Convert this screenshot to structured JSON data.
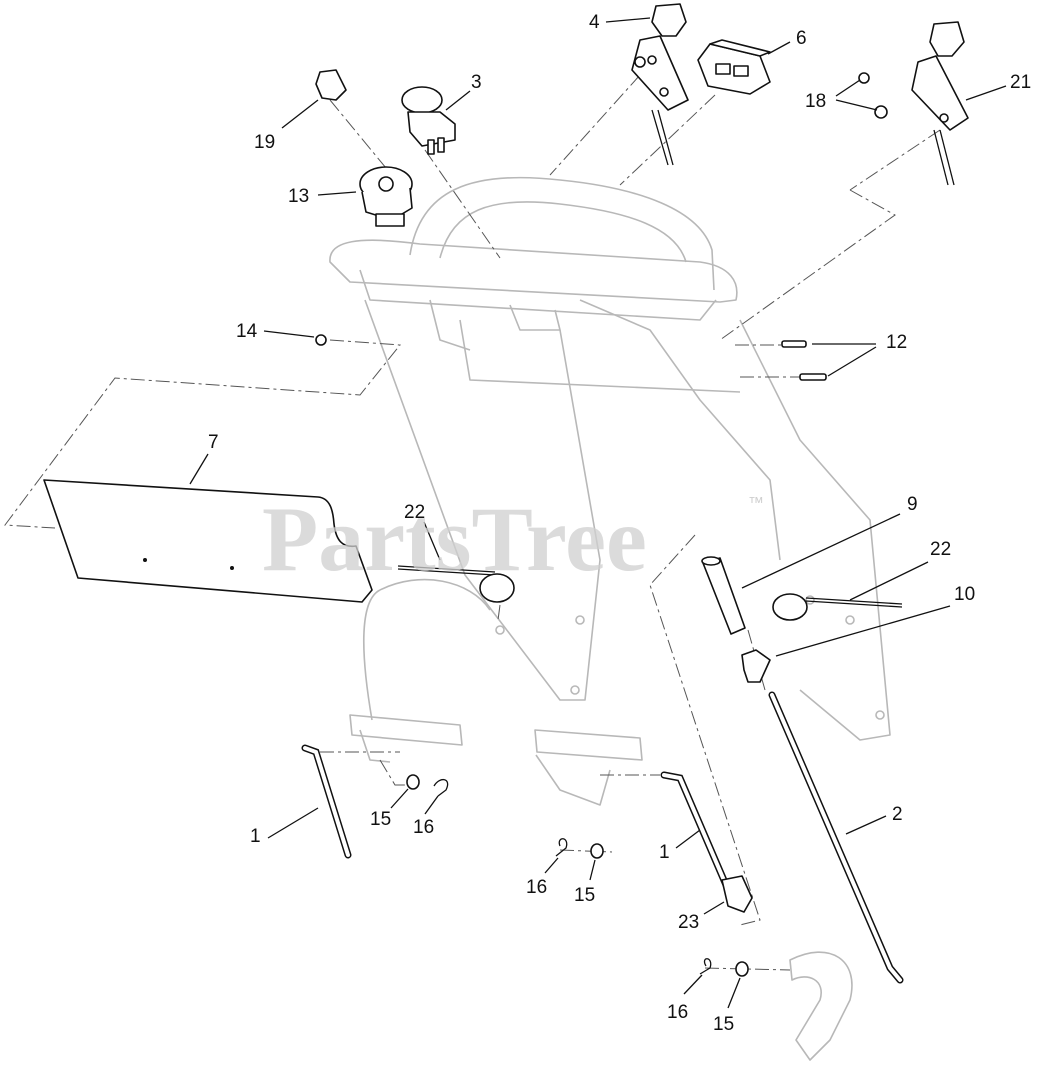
{
  "watermark": {
    "brand": "PartsTree",
    "trademark": "™"
  },
  "colors": {
    "outline": "#111111",
    "ghost": "#b8b8b8",
    "watermark": "#d0d0d0"
  },
  "callouts": [
    {
      "id": "c4",
      "label": "4"
    },
    {
      "id": "c6",
      "label": "6"
    },
    {
      "id": "c3",
      "label": "3"
    },
    {
      "id": "c19",
      "label": "19"
    },
    {
      "id": "c13",
      "label": "13"
    },
    {
      "id": "c18",
      "label": "18"
    },
    {
      "id": "c21",
      "label": "21"
    },
    {
      "id": "c14",
      "label": "14"
    },
    {
      "id": "c12",
      "label": "12"
    },
    {
      "id": "c7",
      "label": "7"
    },
    {
      "id": "c22a",
      "label": "22"
    },
    {
      "id": "c9",
      "label": "9"
    },
    {
      "id": "c22b",
      "label": "22"
    },
    {
      "id": "c10",
      "label": "10"
    },
    {
      "id": "c1a",
      "label": "1"
    },
    {
      "id": "c15a",
      "label": "15"
    },
    {
      "id": "c16a",
      "label": "16"
    },
    {
      "id": "c2",
      "label": "2"
    },
    {
      "id": "c1b",
      "label": "1"
    },
    {
      "id": "c16b",
      "label": "16"
    },
    {
      "id": "c15b",
      "label": "15"
    },
    {
      "id": "c23",
      "label": "23"
    },
    {
      "id": "c16c",
      "label": "16"
    },
    {
      "id": "c15c",
      "label": "15"
    }
  ]
}
